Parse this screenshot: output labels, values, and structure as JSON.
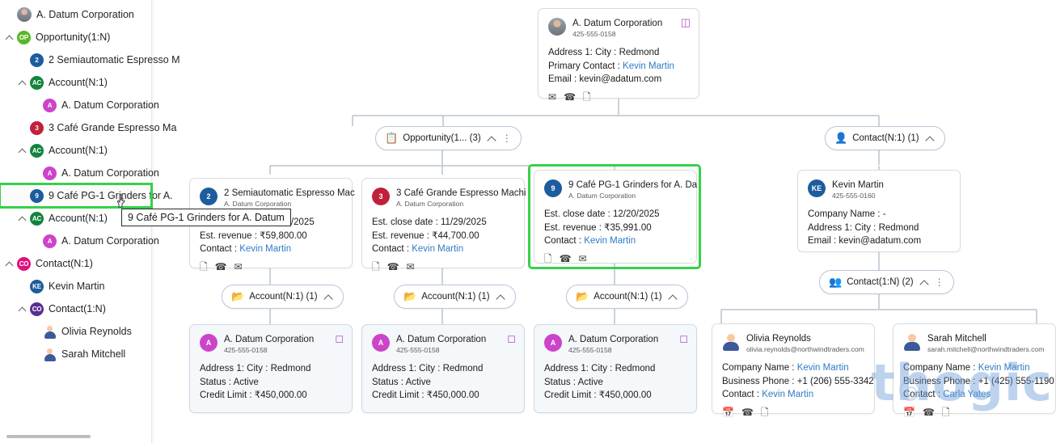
{
  "sidebar": {
    "items": [
      {
        "label": "A. Datum Corporation",
        "icon": "photo-avatar",
        "indent": 0,
        "chevron": false,
        "badge": null,
        "selected": false
      },
      {
        "label": "Opportunity(1:N)",
        "icon": "badge",
        "indent": 0,
        "chevron": true,
        "badge": {
          "text": "OP",
          "color": "#5bb62a"
        },
        "selected": false
      },
      {
        "label": "2 Semiautomatic Espresso M",
        "icon": "badge",
        "indent": 1,
        "chevron": false,
        "badge": {
          "text": "2",
          "color": "#1d5c9e"
        },
        "selected": false
      },
      {
        "label": "Account(N:1)",
        "icon": "badge",
        "indent": 1,
        "chevron": true,
        "badge": {
          "text": "AC",
          "color": "#13843f"
        },
        "selected": false
      },
      {
        "label": "A. Datum Corporation",
        "icon": "badge",
        "indent": 2,
        "chevron": false,
        "badge": {
          "text": "A",
          "color": "#cc44c9"
        },
        "selected": false
      },
      {
        "label": "3 Café Grande Espresso Ma",
        "icon": "badge",
        "indent": 1,
        "chevron": false,
        "badge": {
          "text": "3",
          "color": "#c0203a"
        },
        "selected": false
      },
      {
        "label": "Account(N:1)",
        "icon": "badge",
        "indent": 1,
        "chevron": true,
        "badge": {
          "text": "AC",
          "color": "#13843f"
        },
        "selected": false
      },
      {
        "label": "A. Datum Corporation",
        "icon": "badge",
        "indent": 2,
        "chevron": false,
        "badge": {
          "text": "A",
          "color": "#cc44c9"
        },
        "selected": false
      },
      {
        "label": "9 Café PG-1 Grinders for A.",
        "icon": "badge",
        "indent": 1,
        "chevron": false,
        "badge": {
          "text": "9",
          "color": "#1d5c9e"
        },
        "selected": true
      },
      {
        "label": "Account(N:1)",
        "icon": "badge",
        "indent": 1,
        "chevron": true,
        "badge": {
          "text": "AC",
          "color": "#13843f"
        },
        "selected": false
      },
      {
        "label": "A. Datum Corporation",
        "icon": "badge",
        "indent": 2,
        "chevron": false,
        "badge": {
          "text": "A",
          "color": "#cc44c9"
        },
        "selected": false
      },
      {
        "label": "Contact(N:1)",
        "icon": "badge",
        "indent": 0,
        "chevron": true,
        "badge": {
          "text": "CO",
          "color": "#e0117f"
        },
        "selected": false
      },
      {
        "label": "Kevin Martin",
        "icon": "badge",
        "indent": 1,
        "chevron": false,
        "badge": {
          "text": "KE",
          "color": "#1d5c9e"
        },
        "selected": false
      },
      {
        "label": "Contact(1:N)",
        "icon": "badge",
        "indent": 1,
        "chevron": true,
        "badge": {
          "text": "CO",
          "color": "#5b2d91"
        },
        "selected": false
      },
      {
        "label": "Olivia Reynolds",
        "icon": "person",
        "indent": 2,
        "chevron": false,
        "badge": null,
        "selected": false
      },
      {
        "label": "Sarah Mitchell",
        "icon": "person",
        "indent": 2,
        "chevron": false,
        "badge": null,
        "selected": false
      }
    ]
  },
  "tooltip": {
    "text": "9 Café PG-1 Grinders for A. Datum"
  },
  "watermark": {
    "text": "thogic"
  },
  "root_card": {
    "title": "A. Datum Corporation",
    "subtitle": "425-555-0158",
    "rows": [
      {
        "label": "Address 1: City : ",
        "value": "Redmond",
        "link": false
      },
      {
        "label": "Primary Contact : ",
        "value": "Kevin Martin",
        "link": true
      },
      {
        "label": "Email : ",
        "value": "kevin@adatum.com",
        "link": false
      }
    ],
    "icons": [
      "email-icon",
      "phone-icon",
      "note-icon"
    ],
    "corner_icon": "card-stack-icon"
  },
  "pills": {
    "opportunity": {
      "label": "Opportunity(1... (3)",
      "icon": "opportunity-icon",
      "chevron": "up",
      "menu": true
    },
    "contact_n1": {
      "label": "Contact(N:1) (1)",
      "icon": "contact-icon",
      "chevron": "up",
      "menu": false
    },
    "account_1": {
      "label": "Account(N:1) (1)",
      "icon": "account-icon",
      "chevron": "up",
      "menu": false
    },
    "account_2": {
      "label": "Account(N:1) (1)",
      "icon": "account-icon",
      "chevron": "up",
      "menu": false
    },
    "account_3": {
      "label": "Account(N:1) (1)",
      "icon": "account-icon",
      "chevron": "up",
      "menu": false
    },
    "contact_1n": {
      "label": "Contact(1:N) (2)",
      "icon": "contacts-group-icon",
      "chevron": "up",
      "menu": true
    }
  },
  "opportunity_cards": [
    {
      "badge": {
        "text": "2",
        "color": "#1d5c9e"
      },
      "title": "2 Semiautomatic Espresso Mac",
      "subtitle": "A. Datum Corporation",
      "rows": [
        {
          "label": "Est. close date : ",
          "value": "11/25/2025",
          "link": false
        },
        {
          "label": "Est. revenue : ",
          "value": "₹59,800.00",
          "link": false
        },
        {
          "label": "Contact : ",
          "value": "Kevin Martin",
          "link": true
        }
      ],
      "icons": [
        "note-icon",
        "phone-icon",
        "email-icon"
      ],
      "selected": false
    },
    {
      "badge": {
        "text": "3",
        "color": "#c0203a"
      },
      "title": "3 Café Grande Espresso Machi",
      "subtitle": "A. Datum Corporation",
      "rows": [
        {
          "label": "Est. close date : ",
          "value": "11/29/2025",
          "link": false
        },
        {
          "label": "Est. revenue : ",
          "value": "₹44,700.00",
          "link": false
        },
        {
          "label": "Contact : ",
          "value": "Kevin Martin",
          "link": true
        }
      ],
      "icons": [
        "note-icon",
        "phone-icon",
        "email-icon"
      ],
      "selected": false
    },
    {
      "badge": {
        "text": "9",
        "color": "#1d5c9e"
      },
      "title": "9 Café PG-1 Grinders for A. Da",
      "subtitle": "A. Datum Corporation",
      "rows": [
        {
          "label": "Est. close date : ",
          "value": "12/20/2025",
          "link": false
        },
        {
          "label": "Est. revenue : ",
          "value": "₹35,991.00",
          "link": false
        },
        {
          "label": "Contact : ",
          "value": "Kevin Martin",
          "link": true
        }
      ],
      "icons": [
        "note-icon",
        "phone-icon",
        "email-icon"
      ],
      "selected": true
    }
  ],
  "account_cards": [
    {
      "badge": {
        "text": "A",
        "color": "#cc44c9"
      },
      "title": "A. Datum Corporation",
      "subtitle": "425-555-0158",
      "rows": [
        {
          "label": "Address 1: City : ",
          "value": "Redmond",
          "link": false
        },
        {
          "label": "Status : ",
          "value": "Active",
          "link": false
        },
        {
          "label": "Credit Limit : ",
          "value": "₹450,000.00",
          "link": false
        }
      ],
      "corner_icon": "card-stack-icon"
    },
    {
      "badge": {
        "text": "A",
        "color": "#cc44c9"
      },
      "title": "A. Datum Corporation",
      "subtitle": "425-555-0158",
      "rows": [
        {
          "label": "Address 1: City : ",
          "value": "Redmond",
          "link": false
        },
        {
          "label": "Status : ",
          "value": "Active",
          "link": false
        },
        {
          "label": "Credit Limit : ",
          "value": "₹450,000.00",
          "link": false
        }
      ],
      "corner_icon": "card-stack-icon"
    },
    {
      "badge": {
        "text": "A",
        "color": "#cc44c9"
      },
      "title": "A. Datum Corporation",
      "subtitle": "425-555-0158",
      "rows": [
        {
          "label": "Address 1: City : ",
          "value": "Redmond",
          "link": false
        },
        {
          "label": "Status : ",
          "value": "Active",
          "link": false
        },
        {
          "label": "Credit Limit : ",
          "value": "₹450,000.00",
          "link": false
        }
      ],
      "corner_icon": "card-stack-icon"
    }
  ],
  "contact_card": {
    "badge": {
      "text": "KE",
      "color": "#1d5c9e"
    },
    "title": "Kevin Martin",
    "subtitle": "425-555-0160",
    "rows": [
      {
        "label": "Company Name : ",
        "value": "-",
        "link": false
      },
      {
        "label": "Address 1: City : ",
        "value": "Redmond",
        "link": false
      },
      {
        "label": "Email : ",
        "value": "kevin@adatum.com",
        "link": false
      }
    ]
  },
  "sub_contact_cards": [
    {
      "title": "Olivia Reynolds",
      "subtitle": "olivia.reynolds@northwindtraders.com",
      "rows": [
        {
          "label": "Company Name : ",
          "value": "Kevin Martin",
          "link": true
        },
        {
          "label": "Business Phone : ",
          "value": "+1 (206) 555-3342",
          "link": false
        },
        {
          "label": "Contact : ",
          "value": "Kevin Martin",
          "link": true
        }
      ],
      "icons": [
        "calendar-icon",
        "phone-icon",
        "note-icon"
      ]
    },
    {
      "title": "Sarah Mitchell",
      "subtitle": "sarah.mitchell@northwindtraders.com",
      "rows": [
        {
          "label": "Company Name : ",
          "value": "Kevin Martin",
          "link": true
        },
        {
          "label": "Business Phone : ",
          "value": "+1 (425) 555-1190",
          "link": false
        },
        {
          "label": "Contact : ",
          "value": "Carla Yates",
          "link": true
        }
      ],
      "icons": [
        "calendar-icon",
        "phone-icon",
        "note-icon"
      ]
    }
  ]
}
